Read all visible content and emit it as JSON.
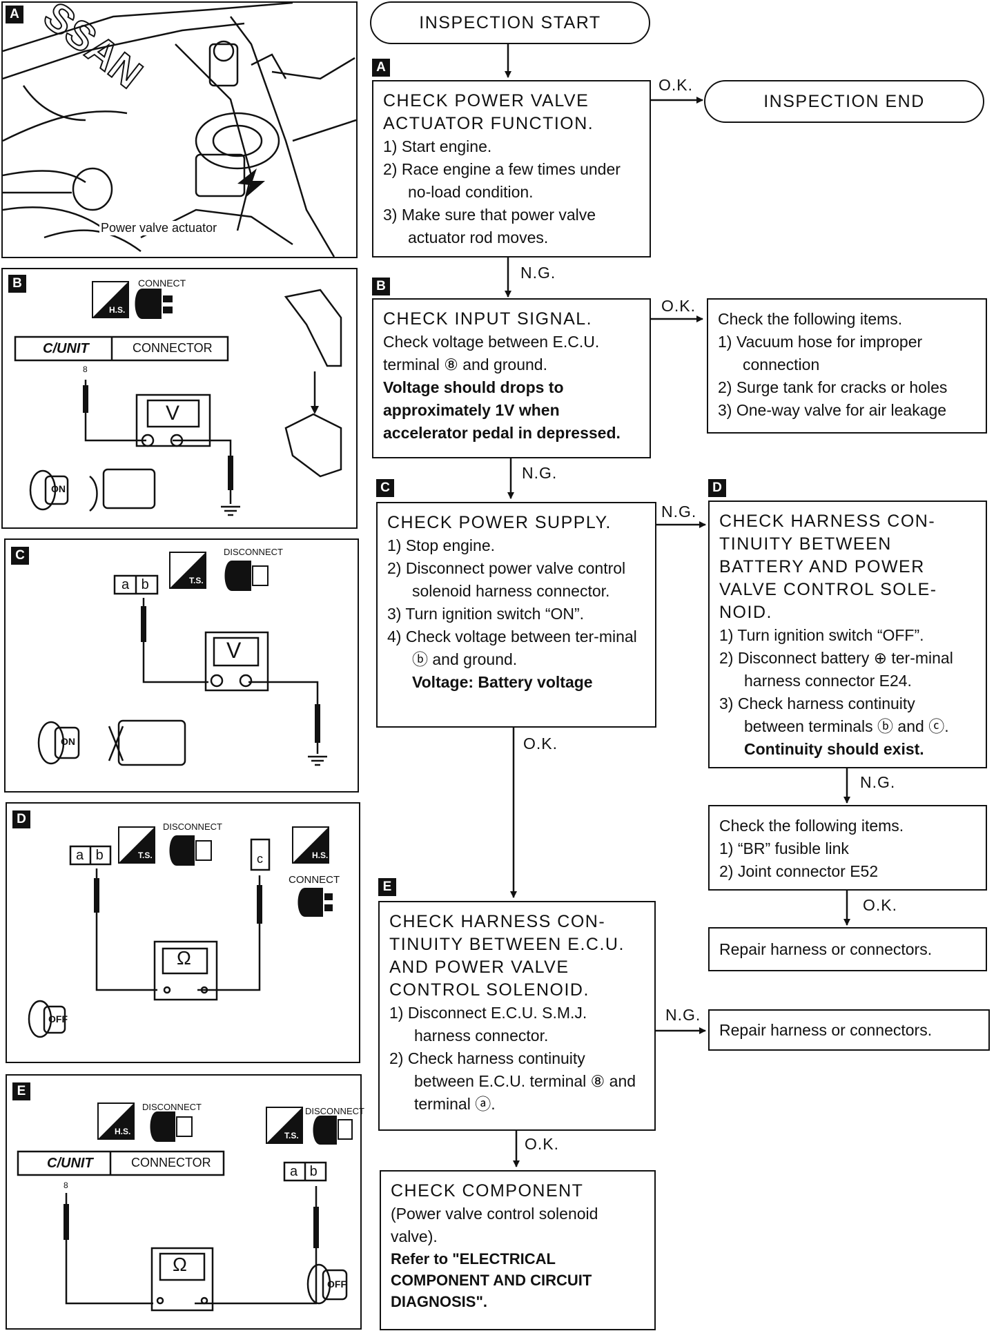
{
  "panels": {
    "A": {
      "letter": "A",
      "caption": "Power valve actuator"
    },
    "B": {
      "letter": "B",
      "connect": "CONNECT",
      "hs": "H.S.",
      "cunit": "C/UNIT",
      "connector": "CONNECTOR",
      "terminal": "8",
      "meter": "V",
      "switch": "ON"
    },
    "C": {
      "letter": "C",
      "disconnect": "DISCONNECT",
      "ts": "T.S.",
      "terminals": "a b",
      "meter": "V",
      "switch": "ON"
    },
    "D": {
      "letter": "D",
      "disconnect": "DISCONNECT",
      "connect": "CONNECT",
      "ts": "T.S.",
      "hs": "H.S.",
      "terminals": "a b",
      "terminal_c": "c",
      "meter": "Ω",
      "switch": "OFF"
    },
    "E": {
      "letter": "E",
      "disconnect": "DISCONNECT",
      "disconnect2": "DISCONNECT",
      "hs": "H.S.",
      "ts": "T.S.",
      "cunit": "C/UNIT",
      "connector": "CONNECTOR",
      "terminal": "8",
      "terminals": "a b",
      "meter": "Ω",
      "switch": "OFF"
    }
  },
  "flow": {
    "start": "INSPECTION START",
    "end": "INSPECTION END",
    "stepA": {
      "letter": "A",
      "title1": "CHECK POWER VALVE",
      "title2": "ACTUATOR FUNCTION.",
      "s1": "1) Start engine.",
      "s2": "2) Race engine a few times under no-load condition.",
      "s3": "3) Make sure that power valve actuator rod moves."
    },
    "stepB": {
      "letter": "B",
      "title": "CHECK INPUT SIGNAL.",
      "l1": "Check voltage between E.C.U.",
      "l2": "terminal ⑧ and ground.",
      "b1": "Voltage should drops to",
      "b2": "approximately 1V when",
      "b3": "accelerator pedal in depressed."
    },
    "checkB": {
      "title": "Check the following items.",
      "i1": "1) Vacuum hose for improper connection",
      "i2": "2) Surge tank for cracks or holes",
      "i3": "3) One-way valve for air leakage"
    },
    "stepC": {
      "letter": "C",
      "title": "CHECK POWER SUPPLY.",
      "s1": "1) Stop engine.",
      "s2": "2) Disconnect power valve control solenoid harness connector.",
      "s3": "3) Turn ignition switch “ON”.",
      "s4": "4) Check voltage between ter-minal ⓑ and ground.",
      "v": "Voltage:  Battery voltage"
    },
    "stepD": {
      "letter": "D",
      "t1": "CHECK HARNESS CON-",
      "t2": "TINUITY BETWEEN",
      "t3": "BATTERY AND POWER",
      "t4": "VALVE CONTROL SOLE-",
      "t5": "NOID.",
      "s1": "1) Turn ignition switch “OFF”.",
      "s2": "2) Disconnect battery ⊕ ter-minal harness connector E24.",
      "s3": "3) Check harness continuity between terminals ⓑ and ⓒ.",
      "b": "Continuity should exist."
    },
    "checkD": {
      "title": "Check the following items.",
      "i1": "1) “BR” fusible link",
      "i2": "2) Joint connector E52"
    },
    "repair1": "Repair harness or connectors.",
    "stepE": {
      "letter": "E",
      "t1": "CHECK HARNESS CON-",
      "t2": "TINUITY BETWEEN E.C.U.",
      "t3": "AND POWER VALVE",
      "t4": "CONTROL SOLENOID.",
      "s1": "1) Disconnect E.C.U. S.M.J. harness connector.",
      "s2": "2) Check harness continuity between E.C.U. terminal ⑧ and terminal ⓐ."
    },
    "repair2": "Repair harness or connectors.",
    "component": {
      "title": "CHECK COMPONENT",
      "l1": "(Power valve control solenoid",
      "l2": "valve).",
      "r1": "Refer to \"ELECTRICAL",
      "r2": "COMPONENT AND CIRCUIT",
      "r3": "DIAGNOSIS\"."
    },
    "ok": "O.K.",
    "ng": "N.G."
  }
}
